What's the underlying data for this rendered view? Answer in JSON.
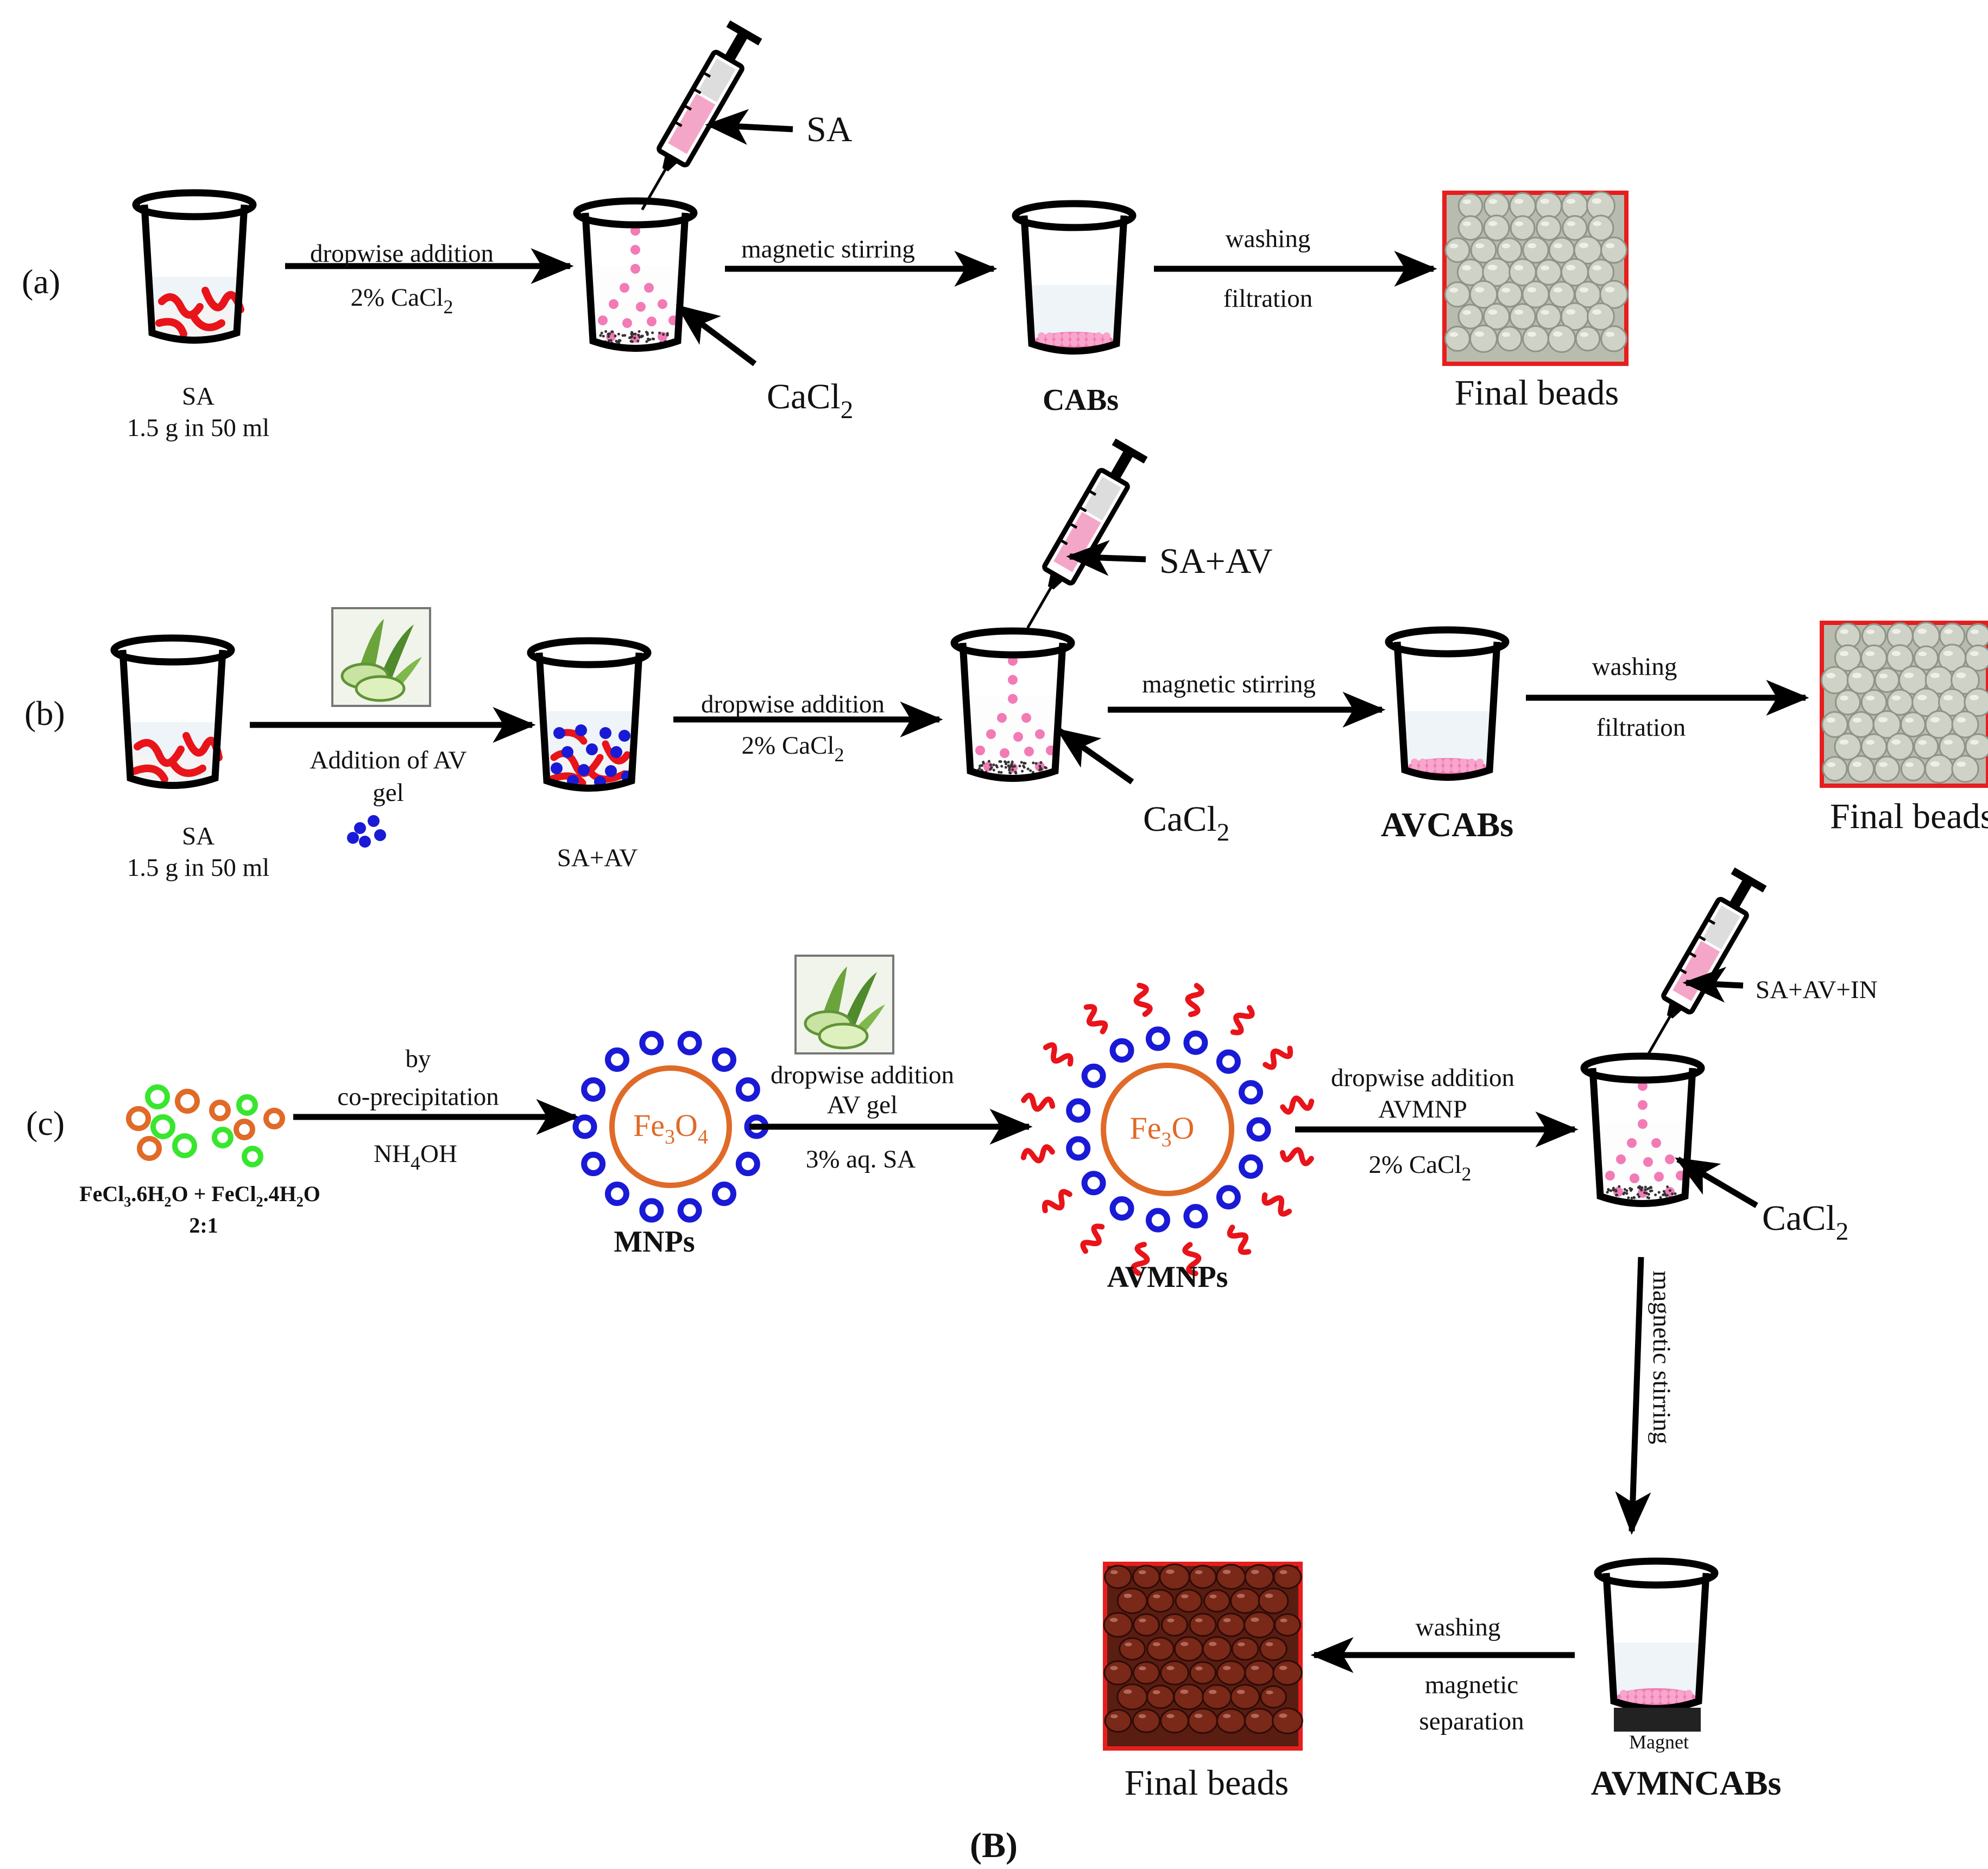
{
  "panels": {
    "a": {
      "label": "(a)",
      "beaker1_caption_1": "SA",
      "beaker1_caption_2": "1.5 g in 50 ml",
      "arrow1_top": "dropwise addition",
      "arrow1_bottom": "2% CaCl",
      "arrow1_bottom_sub": "2",
      "syringe_label": "SA",
      "cacl2_label": "CaCl",
      "cacl2_label_sub": "2",
      "arrow2_top": "magnetic stirring",
      "product_label": "CABs",
      "arrow3_top": "washing",
      "arrow3_bottom": "filtration",
      "final_label": "Final beads"
    },
    "b": {
      "label": "(b)",
      "beaker1_caption_1": "SA",
      "beaker1_caption_2": "1.5 g in 50 ml",
      "arrow1_top": "Addition of AV",
      "arrow1_bottom": "gel",
      "beaker2_caption": "SA+AV",
      "arrow2_top": "dropwise addition",
      "arrow2_bottom": "2% CaCl",
      "arrow2_bottom_sub": "2",
      "syringe_label": "SA+AV",
      "cacl2_label": "CaCl",
      "cacl2_label_sub": "2",
      "arrow3_top": "magnetic stirring",
      "product_label": "AVCABs",
      "arrow4_top": "washing",
      "arrow4_bottom": "filtration",
      "final_label": "Final beads"
    },
    "c": {
      "label": "(c)",
      "salts_1a": "FeCl",
      "salts_1b": "3",
      "salts_1c": ".6H",
      "salts_1d": "2",
      "salts_1e": "O + FeCl",
      "salts_1f": "2",
      "salts_1g": ".4H",
      "salts_1h": "2",
      "salts_1i": "O",
      "salts_ratio": "2:1",
      "arrow1_top_1": "by",
      "arrow1_top_2": "co-precipitation",
      "arrow1_bottom": "NH",
      "arrow1_bottom_sub": "4",
      "arrow1_bottom_end": "OH",
      "mnp_core": "Fe",
      "mnp_core_sub": "3",
      "mnp_core_end": "O",
      "mnp_core_sub2": "4",
      "mnp_label": "MNPs",
      "arrow2_top_1": "dropwise addition",
      "arrow2_top_2": "AV gel",
      "arrow2_bottom": "3% aq. SA",
      "avmnp_core": "Fe",
      "avmnp_core_sub": "3",
      "avmnp_core_end": "O",
      "avmnp_label": "AVMNPs",
      "arrow3_top_1": "dropwise addition",
      "arrow3_top_2": "AVMNP",
      "arrow3_bottom": "2% CaCl",
      "arrow3_bottom_sub": "2",
      "syringe_label": "SA+AV+IN",
      "cacl2_label": "CaCl",
      "cacl2_label_sub": "2",
      "down_arrow_label": "magnetic stirring",
      "magnet_label": "Magnet",
      "product_label": "AVMNCABs",
      "arrow5_top": "washing",
      "arrow5_bottom_1": "magnetic",
      "arrow5_bottom_2": "separation",
      "final_label": "Final beads"
    }
  },
  "figure_label": "(B)",
  "colors": {
    "polymer_red": "#e8141a",
    "bead_pink": "#f27bb5",
    "av_blue": "#1a1ad6",
    "fe_core_orange": "#e06a28",
    "fe_green": "#39e62f",
    "photo_frame_red": "#e61e1e",
    "bead_photo_clear": "#b8bcae",
    "bead_photo_brown": "#5a1d12"
  }
}
